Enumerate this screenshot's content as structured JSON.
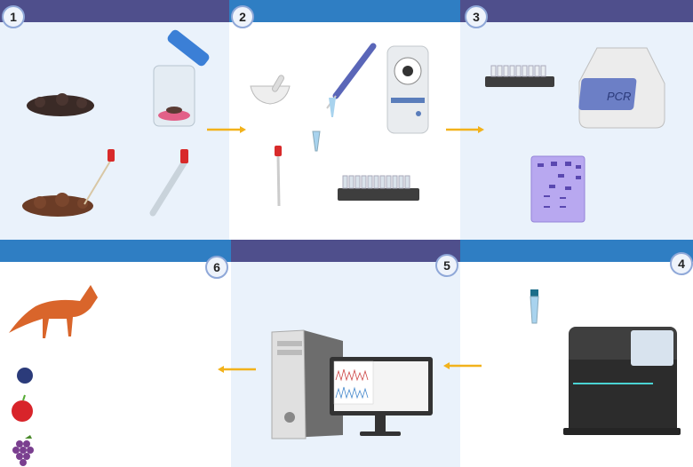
{
  "steps": [
    {
      "number": "1"
    },
    {
      "number": "2"
    },
    {
      "number": "3"
    },
    {
      "number": "4"
    },
    {
      "number": "5"
    },
    {
      "number": "6"
    }
  ],
  "pcr_machine_label": "PCR",
  "colors": {
    "header_purple": "#4f4f8c",
    "header_blue": "#2f7ec3",
    "panel_light": "#eaf2fb",
    "arrow": "#f2b21b"
  }
}
